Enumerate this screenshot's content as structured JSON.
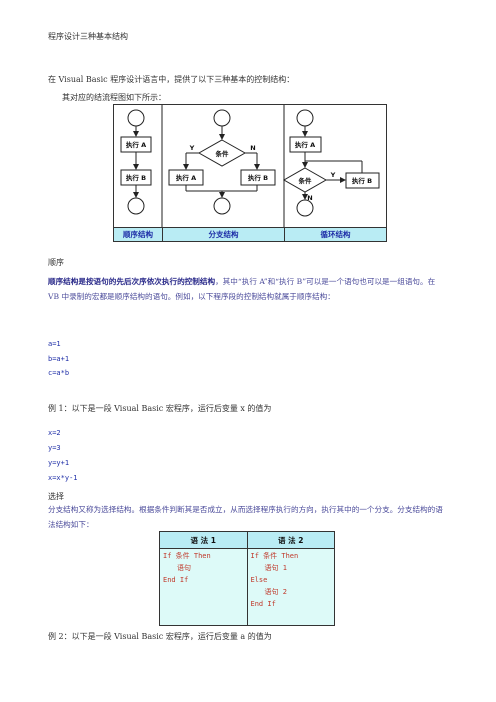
{
  "title": "程序设计三种基本结构",
  "intro": "在 Visual Basic 程序设计语言中，提供了以下三种基本的控制结构：",
  "flow_caption": "其对应的结流程图如下所示：",
  "flowchart": {
    "exec_a": "执行 A",
    "exec_b": "执行 B",
    "condition": "条件",
    "yes": "Y",
    "no": "N",
    "labels": [
      "顺序结构",
      "分支结构",
      "循环结构"
    ]
  },
  "section_sequence": {
    "heading": "顺序",
    "bold_lead": "顺序结构是按语句的先后次序依次执行的控制结构",
    "text": "，其中“执行 A”和“执行 B”可以是一个语句也可以是一组语句。在 VB 中录制的宏都是顺序结构的语句。例如，以下程序段的控制结构就属于顺序结构：",
    "code": [
      "a=1",
      "b=a+1",
      "c=a*b"
    ]
  },
  "example1": {
    "text": "例 1：以下是一段 Visual Basic 宏程序，运行后变量 x 的值为",
    "code": [
      "x=2",
      "y=3",
      "y=y+1",
      "x=x*y-1"
    ]
  },
  "section_select": {
    "heading": "选择",
    "text": "分支结构又称为选择结构。根据条件判断其是否成立，从而选择程序执行的方向，执行其中的一个分支。分支结构的语法结构如下：",
    "table": {
      "headers": [
        "语 法 1",
        "语 法 2"
      ],
      "col1": [
        "If 条件 Then",
        "语句",
        "End If"
      ],
      "col2": [
        "If 条件 Then",
        "语句 1",
        "Else",
        "语句 2",
        "End If"
      ]
    }
  },
  "example2": {
    "text": "例 2：以下是一段 Visual Basic 宏程序，运行后变量 a 的值为"
  }
}
